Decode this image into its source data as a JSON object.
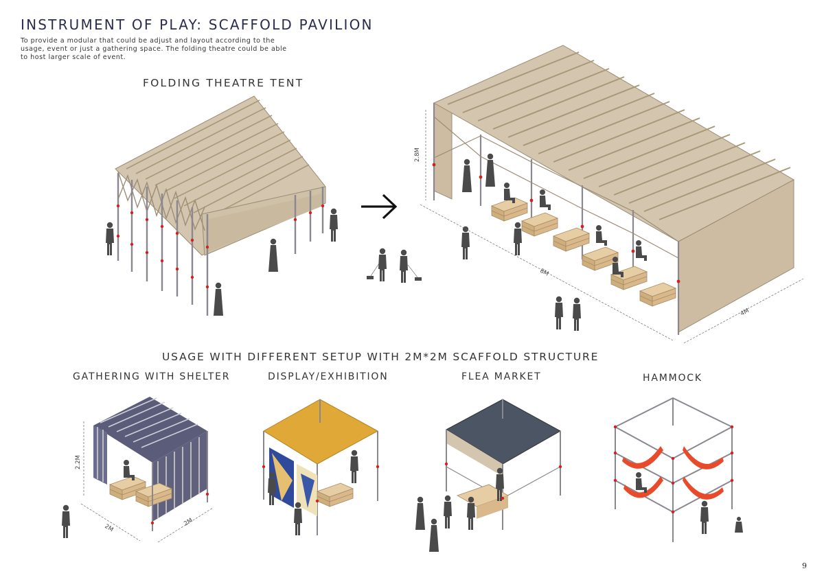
{
  "title": "INSTRUMENT OF PLAY: SCAFFOLD PAVILION",
  "intro": "To provide a modular that could be adjust and layout according to the usage, event or just a gathering space. The folding theatre could be able to host larger scale of event.",
  "top_section": {
    "caption": "FOLDING THEATRE TENT",
    "arrow_icon": "right-arrow-icon",
    "dimensions": {
      "height": "2.8M",
      "length": "8M",
      "width": "4M"
    }
  },
  "usage_section": {
    "caption": "USAGE WITH DIFFERENT SETUP WITH 2M*2M SCAFFOLD STRUCTURE",
    "setups": [
      {
        "label": "GATHERING WITH SHELTER",
        "height": "2.2M",
        "width": "2M",
        "depth": "2M"
      },
      {
        "label": "DISPLAY/EXHIBITION"
      },
      {
        "label": "FLEA MARKET"
      },
      {
        "label": "HAMMOCK"
      }
    ]
  },
  "page_number": "9",
  "colors": {
    "canvas": "#d4c5ae",
    "canvas_dark": "#b8a88e",
    "scaffold": "#8a8790",
    "joint": "#cc2222",
    "figure": "#4a4a4a",
    "wood": "#d9b98c",
    "exhibit_roof": "#e0a836",
    "market_roof": "#4c5563",
    "hammock": "#e84a2a",
    "stripe_dark": "#3d3f5f"
  }
}
